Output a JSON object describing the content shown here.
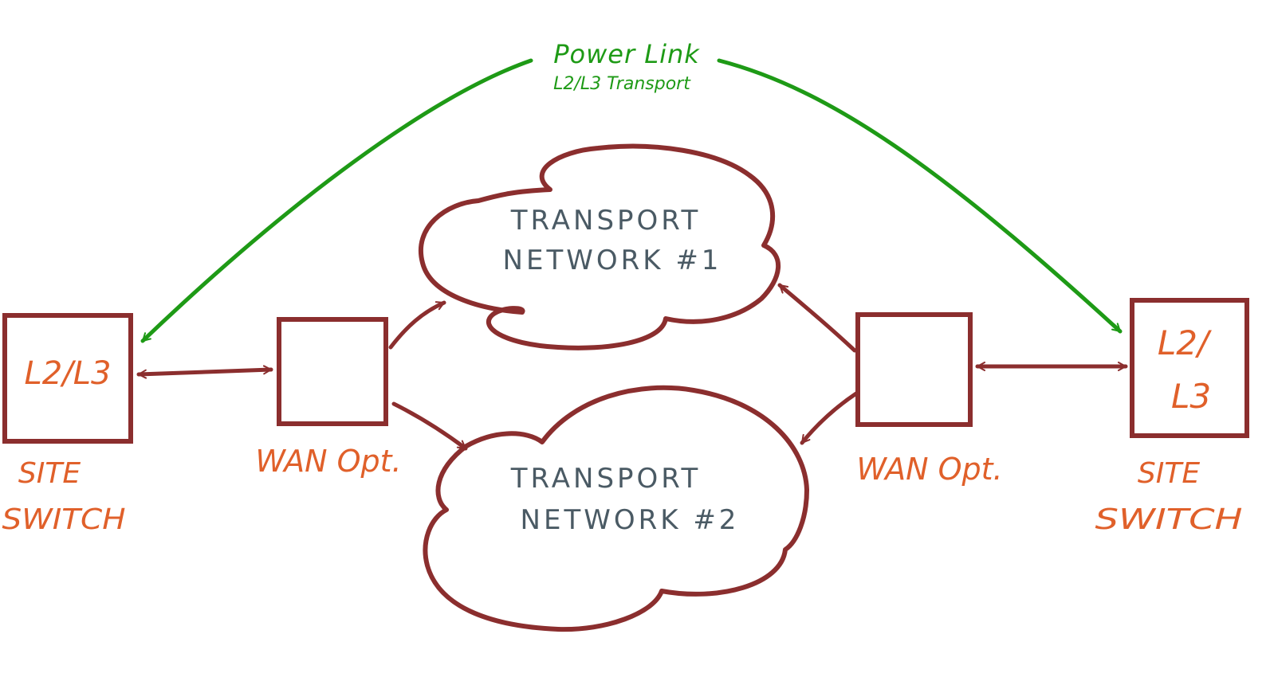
{
  "colors": {
    "maroon": "#8b2e2e",
    "orange": "#e0602a",
    "green": "#1e9a16",
    "slate": "#4a5a64",
    "background": "#ffffff"
  },
  "power_link": {
    "title": "Power Link",
    "subtitle": "L2/L3 Transport"
  },
  "left_site": {
    "box_label": "L2/L3",
    "caption_line1": "SITE",
    "caption_line2": "SWITCH"
  },
  "right_site": {
    "box_line1": "L2/",
    "box_line2": "L3",
    "caption_line1": "SITE",
    "caption_line2": "SWITCH"
  },
  "left_wan": {
    "label": "WAN Opt."
  },
  "right_wan": {
    "label": "WAN Opt."
  },
  "cloud_1": {
    "line1": "TRANSPORT",
    "line2": "NETWORK #1"
  },
  "cloud_2": {
    "line1": "TRANSPORT",
    "line2": "NETWORK #2"
  }
}
